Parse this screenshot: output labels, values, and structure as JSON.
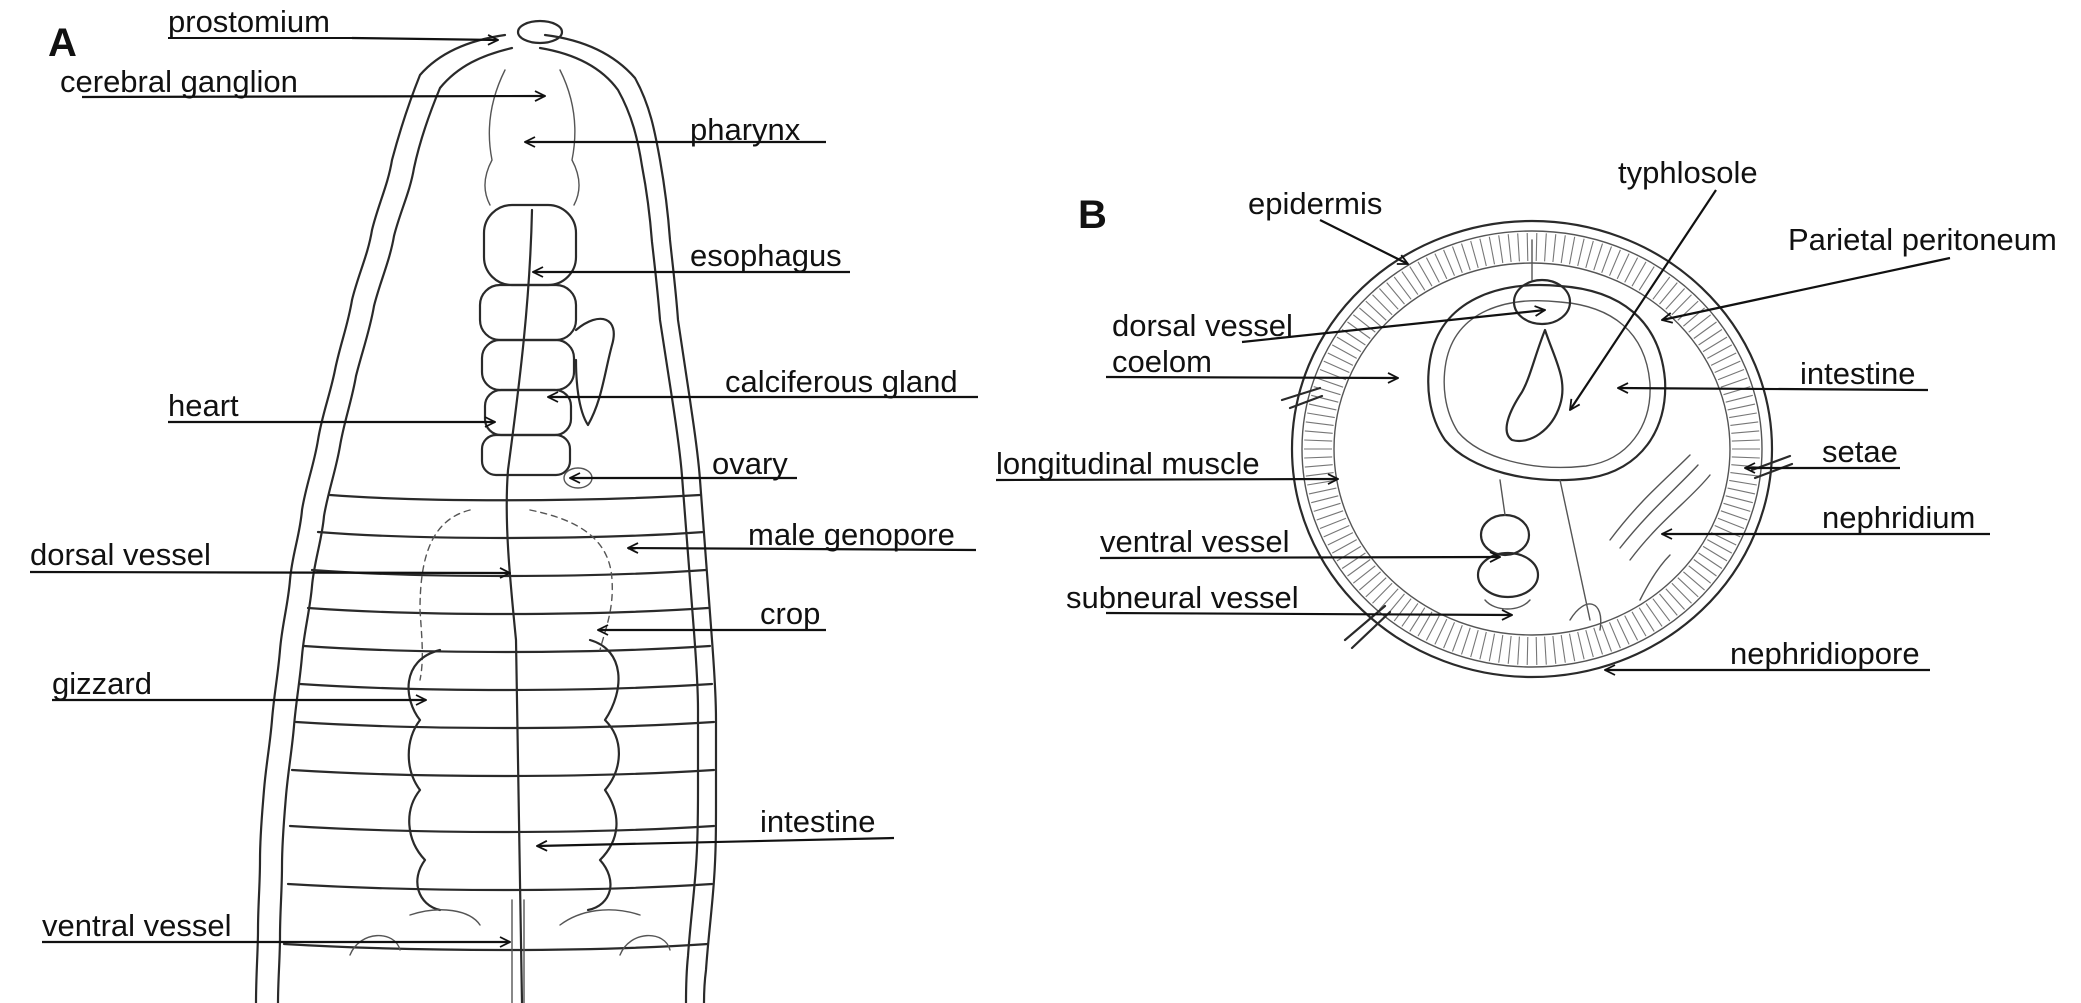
{
  "panels": {
    "a": {
      "letter": "A",
      "labels": {
        "prostomium": "prostomium",
        "cerebral_ganglion": "cerebral ganglion",
        "pharynx": "pharynx",
        "esophagus": "esophagus",
        "calciferous_gland": "calciferous gland",
        "heart": "heart",
        "ovary": "ovary",
        "male_genopore": "male genopore",
        "dorsal_vessel": "dorsal vessel",
        "crop": "crop",
        "gizzard": "gizzard",
        "intestine": "intestine",
        "ventral_vessel": "ventral vessel"
      }
    },
    "b": {
      "letter": "B",
      "labels": {
        "typhlosole": "typhlosole",
        "epidermis": "epidermis",
        "parietal_peritoneum": "Parietal peritoneum",
        "dorsal_vessel": "dorsal vessel",
        "coelom": "coelom",
        "intestine": "intestine",
        "longitudinal_muscle": "longitudinal muscle",
        "setae": "setae",
        "nephridium": "nephridium",
        "ventral_vessel": "ventral vessel",
        "subneural_vessel": "subneural vessel",
        "nephridiopore": "nephridiopore"
      }
    }
  }
}
